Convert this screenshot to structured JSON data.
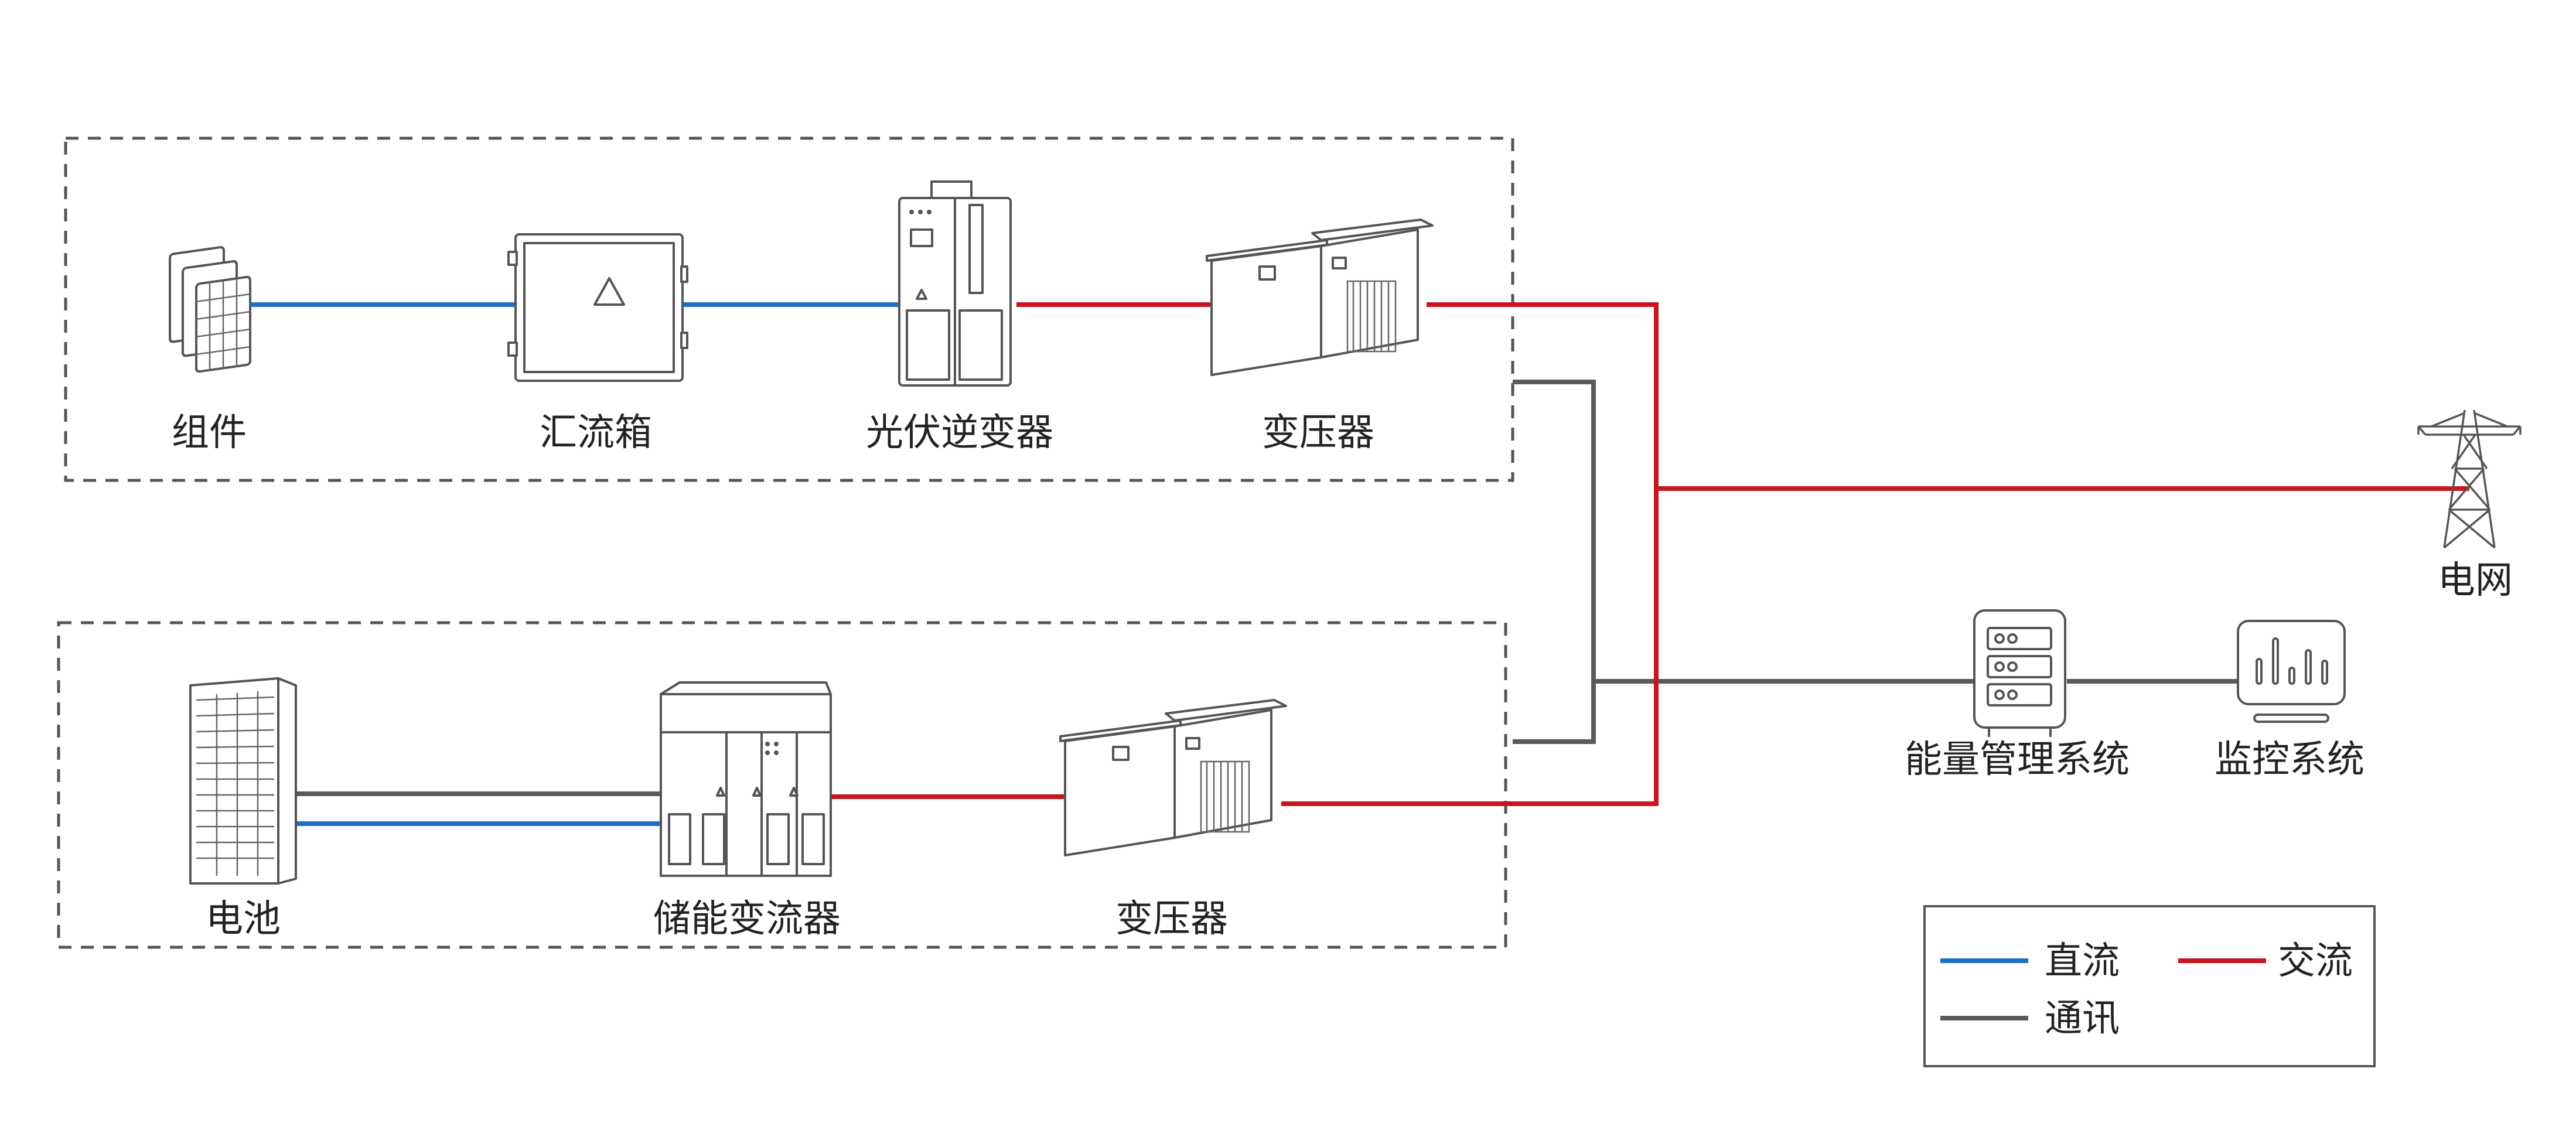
{
  "colors": {
    "dc": "#1f6fc9",
    "ac": "#c9151e",
    "comm": "#5a5a5c",
    "frame": "#555555",
    "text": "#222222"
  },
  "pv_group": {
    "module_label": "组件",
    "combiner_label": "汇流箱",
    "inverter_label": "光伏逆变器",
    "transformer_label": "变压器"
  },
  "storage_group": {
    "battery_label": "电池",
    "pcs_label": "储能变流器",
    "transformer_label": "变压器"
  },
  "grid_label": "电网",
  "ems_label": "能量管理系统",
  "monitor_label": "监控系统",
  "legend": {
    "dc_label": "直流",
    "ac_label": "交流",
    "comm_label": "通讯"
  },
  "icons": [
    "solar-panel-icon",
    "combiner-box-icon",
    "pv-inverter-icon",
    "transformer-icon",
    "battery-rack-icon",
    "pcs-cabinet-icon",
    "transmission-tower-icon",
    "server-icon",
    "monitor-chart-icon"
  ]
}
